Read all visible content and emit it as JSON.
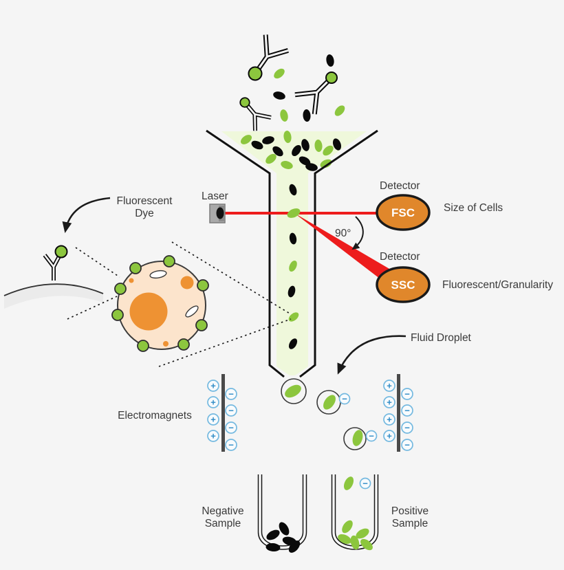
{
  "labels": {
    "laser": "Laser",
    "detector_fsc_caption": "Detector",
    "detector_ssc_caption": "Detector",
    "fsc": "FSC",
    "ssc": "SSC",
    "fsc_desc": "Size of Cells",
    "ssc_desc": "Fluorescent/Granularity",
    "angle": "90°",
    "fluorescent_dye_line1": "Fluorescent",
    "fluorescent_dye_line2": "Dye",
    "fluid_droplet": "Fluid Droplet",
    "electromagnets": "Electromagnets",
    "negative_sample_line1": "Negative",
    "negative_sample_line2": "Sample",
    "positive_sample_line1": "Positive",
    "positive_sample_line2": "Sample"
  },
  "charges": {
    "plus": "+",
    "minus": "−"
  },
  "palette": {
    "background": "#F5F5F5",
    "cell_green": "#8CC63E",
    "cell_black": "#0A0A0A",
    "stream_fill": "#EFF8DB",
    "detector_orange": "#E0872B",
    "nucleus_orange": "#EE9233",
    "cell_body_peach": "#FCE4CC",
    "laser_red": "#ED1C1C",
    "charge_blue_ring": "#74B9E0",
    "charge_blue_glyph": "#2E8BC6",
    "outline_dark": "#1A1A1A",
    "text_gray": "#3A3A3A"
  }
}
